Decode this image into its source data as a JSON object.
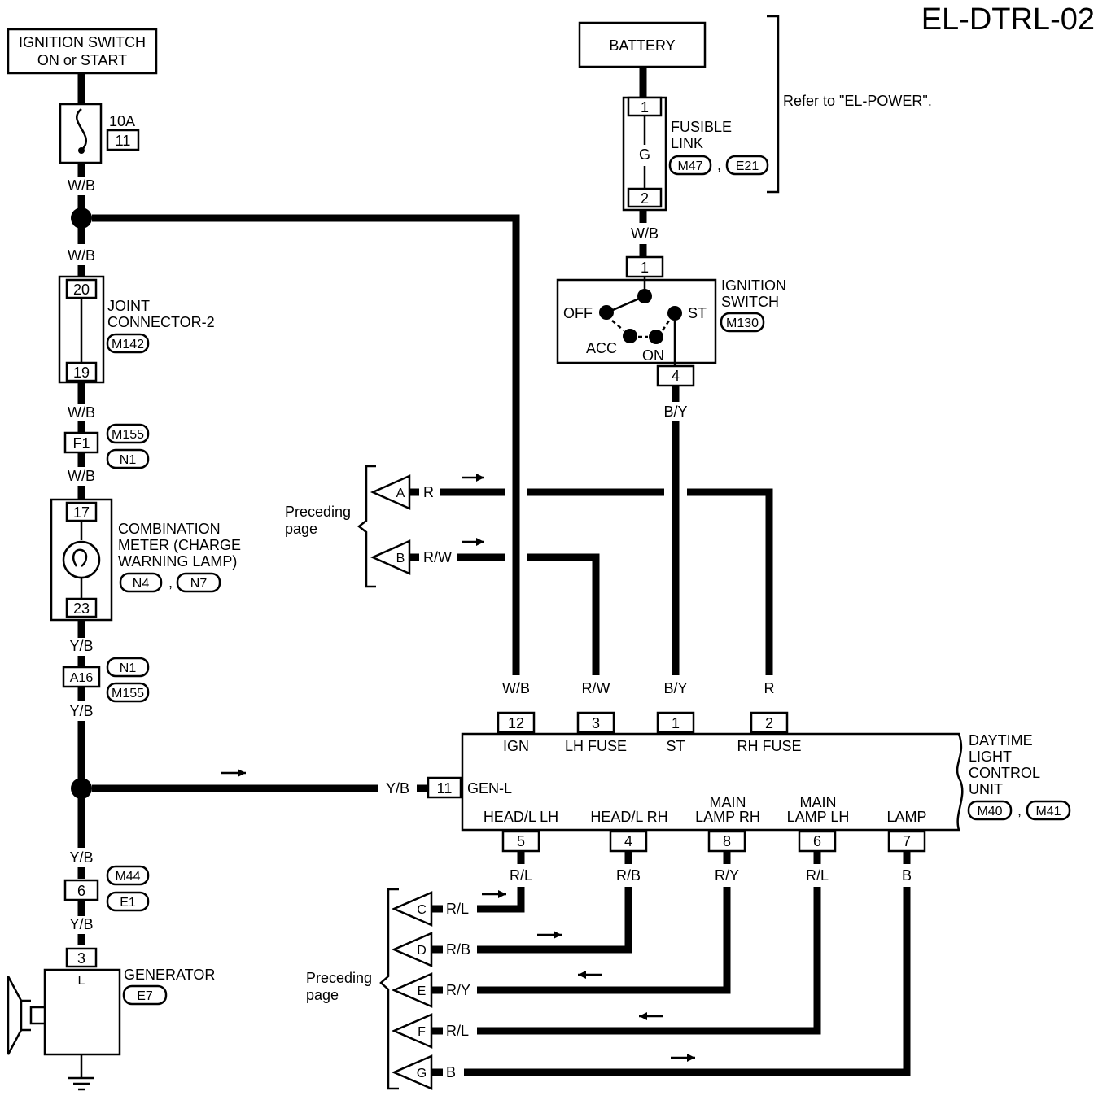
{
  "title": "EL-DTRL-02",
  "ignition_source": {
    "line1": "IGNITION SWITCH",
    "line2": "ON or START"
  },
  "fuse": {
    "rating": "10A",
    "number": "11"
  },
  "battery": {
    "label": "BATTERY"
  },
  "refer_note": "Refer to \"EL-POWER\".",
  "fusible_link": {
    "line1": "FUSIBLE",
    "line2": "LINK",
    "color": "G",
    "pin_top": "1",
    "pin_bottom": "2",
    "conn1": "M47",
    "conn2": "E21"
  },
  "ignition_switch": {
    "line1": "IGNITION",
    "line2": "SWITCH",
    "conn": "M130",
    "off": "OFF",
    "acc": "ACC",
    "on": "ON",
    "st": "ST",
    "pin_top": "1",
    "pin_bottom": "4"
  },
  "joint_connector": {
    "line1": "JOINT",
    "line2": "CONNECTOR-2",
    "conn": "M142",
    "pin_top": "20",
    "pin_bottom": "19"
  },
  "connector_f1": {
    "pin": "F1",
    "conn1": "M155",
    "conn2": "N1"
  },
  "combination_meter": {
    "line1": "COMBINATION",
    "line2": "METER (CHARGE",
    "line3": "WARNING LAMP)",
    "conn1": "N4",
    "conn2": "N7",
    "pin_top": "17",
    "pin_bottom": "23"
  },
  "connector_a16": {
    "pin": "A16",
    "conn1": "N1",
    "conn2": "M155"
  },
  "connector_6": {
    "pin": "6",
    "conn1": "M44",
    "conn2": "E1"
  },
  "generator": {
    "label": "GENERATOR",
    "conn": "E7",
    "pin": "3",
    "terminal": "L"
  },
  "wire_colors": {
    "wb": "W/B",
    "yb": "Y/B",
    "by": "B/Y",
    "r": "R",
    "rw": "R/W",
    "rl": "R/L",
    "rb": "R/B",
    "ry": "R/Y",
    "b": "B"
  },
  "preceding": {
    "line1": "Preceding",
    "line2": "page"
  },
  "offpage_top": [
    {
      "letter": "A",
      "wire": "R"
    },
    {
      "letter": "B",
      "wire": "R/W"
    }
  ],
  "offpage_bottom": [
    {
      "letter": "C",
      "wire": "R/L"
    },
    {
      "letter": "D",
      "wire": "R/B"
    },
    {
      "letter": "E",
      "wire": "R/Y"
    },
    {
      "letter": "F",
      "wire": "R/L"
    },
    {
      "letter": "G",
      "wire": "B"
    }
  ],
  "dtrl_unit": {
    "line1": "DAYTIME",
    "line2": "LIGHT",
    "line3": "CONTROL",
    "line4": "UNIT",
    "conn1": "M40",
    "conn2": "M41",
    "top_pins": [
      {
        "pin": "12",
        "name": "IGN",
        "wire": "W/B"
      },
      {
        "pin": "3",
        "name": "LH FUSE",
        "wire": "R/W"
      },
      {
        "pin": "1",
        "name": "ST",
        "wire": "B/Y"
      },
      {
        "pin": "2",
        "name": "RH FUSE",
        "wire": "R"
      }
    ],
    "side_pin": {
      "pin": "11",
      "name": "GEN-L",
      "wire": "Y/B"
    },
    "bottom_pins": [
      {
        "pin": "5",
        "name": "HEAD/L LH",
        "wire": "R/L"
      },
      {
        "pin": "4",
        "name": "HEAD/L RH",
        "wire": "R/B"
      },
      {
        "pin": "8",
        "name1": "MAIN",
        "name2": "LAMP RH",
        "wire": "R/Y"
      },
      {
        "pin": "6",
        "name1": "MAIN",
        "name2": "LAMP LH",
        "wire": "R/L"
      },
      {
        "pin": "7",
        "name": "LAMP",
        "wire": "B"
      }
    ]
  }
}
